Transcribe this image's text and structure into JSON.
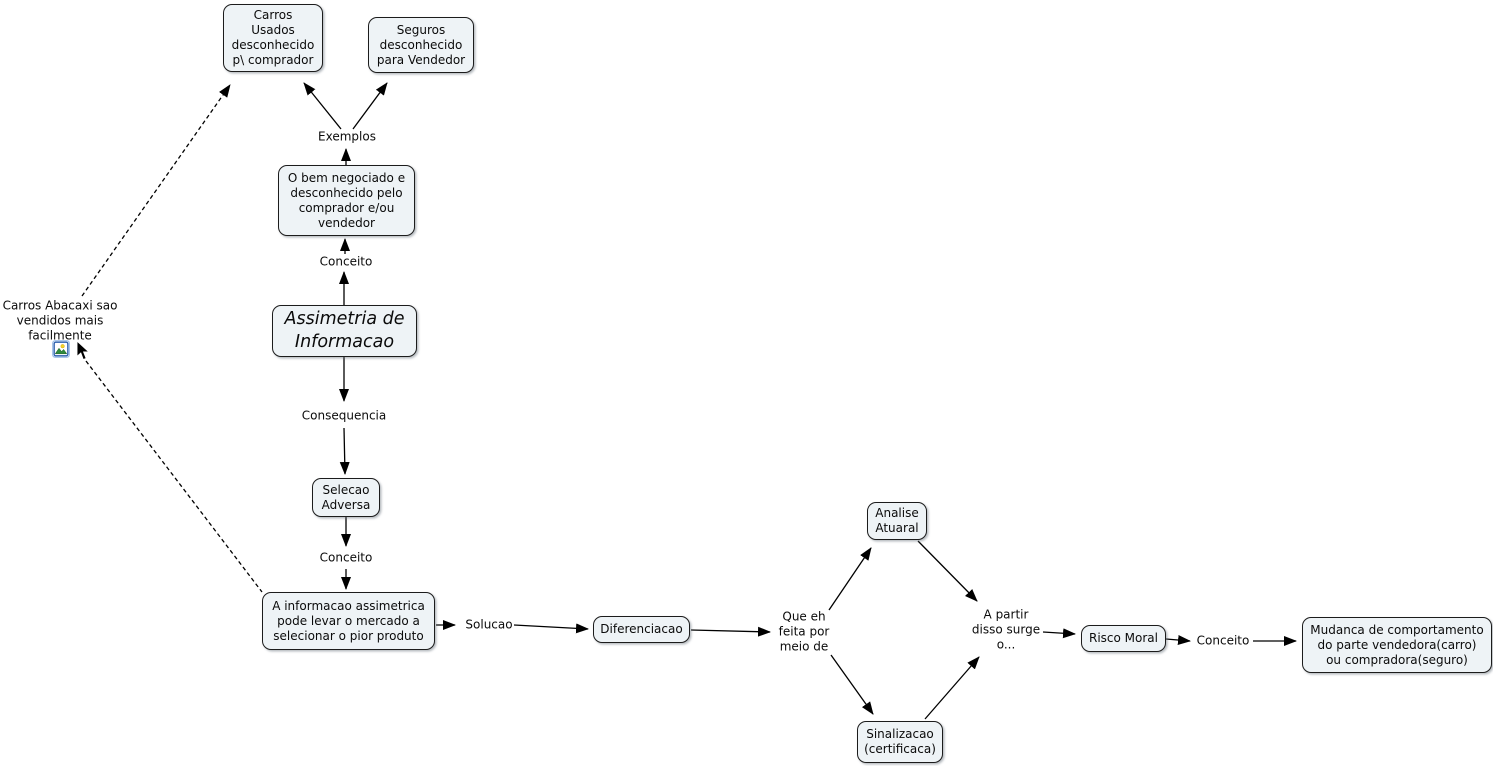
{
  "map_title": "Assimetria de Informacao concept map",
  "concepts": {
    "carros_usados": "Carros\nUsados\ndesconhecido\np\\ comprador",
    "seguros": "Seguros\ndesconhecido\npara Vendedor",
    "o_bem": "O bem negociado e\ndesconhecido pelo\ncomprador e/ou\nvendedor",
    "assimetria": "Assimetria de\nInformacao",
    "selecao_adversa": "Selecao\nAdversa",
    "a_informacao": "A informacao assimetrica\npode levar o mercado a\nselecionar o pior produto",
    "diferenciacao": "Diferenciacao",
    "analise_atuaral": "Analise\nAtuaral",
    "sinalizacao": "Sinalizacao\n(certificaca)",
    "risco_moral": "Risco Moral",
    "mudanca": "Mudanca de comportamento\ndo parte vendedora(carro)\nou compradora(seguro)"
  },
  "linking_phrases": {
    "exemplos": "Exemplos",
    "conceito_top": "Conceito",
    "consequencia": "Consequencia",
    "conceito_mid": "Conceito",
    "solucao": "Solucao",
    "que_eh": "Que eh\nfeita por\nmeio de",
    "a_partir": "A partir\ndisso surge\no...",
    "conceito_right": "Conceito"
  },
  "annotation": {
    "carros_abacaxi": "Carros Abacaxi sao\nvendidos mais\nfacilmente"
  },
  "icons": {
    "image_attachment": "image-icon",
    "mouse_cursor": "cursor-arrow-icon"
  },
  "colors": {
    "background": "#ffffff",
    "node_fill": "#eef3f6",
    "node_border": "#1c1c1c",
    "line": "#000000",
    "icon_border": "#3a6ebc",
    "icon_mountain": "#2e8b3d",
    "icon_sun": "#f3d427"
  }
}
